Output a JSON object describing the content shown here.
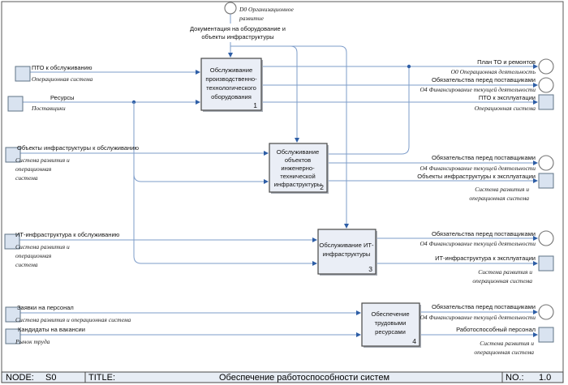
{
  "control": {
    "ref_lines": [
      "D0 Организационное",
      "развитие"
    ],
    "label_lines": [
      "Документация на оборудование и",
      "объекты инфраструктуры"
    ]
  },
  "boxes": [
    {
      "lines": [
        "Обслуживание",
        "производственно-",
        "технологического",
        "оборудования"
      ],
      "num": "1"
    },
    {
      "lines": [
        "Обслуживание",
        "объектов",
        "инженерно-",
        "технической",
        "инфраструктуры"
      ],
      "num": "2"
    },
    {
      "lines": [
        "Обслуживание ИТ-",
        "инфраструктуры"
      ],
      "num": "3"
    },
    {
      "lines": [
        "Обеспечение",
        "трудовыми",
        "ресурсами"
      ],
      "num": "4"
    }
  ],
  "inputs": [
    {
      "label": "ПТО к обслуживанию",
      "source_lines": [
        "Операционная система"
      ]
    },
    {
      "label": "Ресурсы",
      "source_lines": [
        "Поставщики"
      ]
    },
    {
      "label": "Объекты инфраструктуры к обслуживанию",
      "source_lines": [
        "Система развития и",
        "операционная",
        "система"
      ]
    },
    {
      "label": "ИТ-инфраструктура к обслуживанию",
      "source_lines": [
        "Система развития и",
        "операционная",
        "система"
      ]
    },
    {
      "label": "Заявки на персонал",
      "source_lines": [
        "Система развития и операционная система"
      ]
    },
    {
      "label": "Кандидаты на вакансии",
      "source_lines": [
        "Рынок труда"
      ]
    }
  ],
  "outputs": [
    {
      "label": "План ТО и ремонтов",
      "ref_lines": [
        "О0 Операционная деятельность"
      ],
      "icon": "circle"
    },
    {
      "label": "Обязательства перед поставщиками",
      "ref_lines": [
        "О4 Финансирование текущей деятельности"
      ],
      "icon": "circle"
    },
    {
      "label": "ПТО к эксплуатации",
      "ref_lines": [
        "Операционная система"
      ],
      "icon": "square"
    },
    {
      "label": "Обязательства перед поставщиками",
      "ref_lines": [
        "О4 Финансирование текущей деятельности"
      ],
      "icon": "circle"
    },
    {
      "label": "Объекты инфраструктуры к эксплуатации",
      "ref_lines": [
        "Система развития и",
        "операционная система"
      ],
      "icon": "square"
    },
    {
      "label": "Обязательства перед поставщиками",
      "ref_lines": [
        "О4 Финансирование текущей деятельности"
      ],
      "icon": "circle"
    },
    {
      "label": "ИТ-инфраструктура к эксплуатации",
      "ref_lines": [
        "Система развития и",
        "операционная система"
      ],
      "icon": "square"
    },
    {
      "label": "Обязательства перед поставщиками",
      "ref_lines": [
        "О4 Финансирование текущей деятельности"
      ],
      "icon": "circle"
    },
    {
      "label": "Работоспособный персонал",
      "ref_lines": [
        "Система развития и",
        "операционная система"
      ],
      "icon": "square"
    }
  ],
  "footer": {
    "node_label": "NODE:",
    "node_value": "S0",
    "title_label": "TITLE:",
    "title_value": "Обеспечение работоспособности систем",
    "no_label": "NO.:",
    "no_value": "1.0"
  },
  "colors": {
    "flow_line": "#7e9dca",
    "arrowhead": "#2e5ea6",
    "box_fill": "#eaeef6",
    "box_border": "#474747",
    "entity_fill": "#d9e3f0",
    "entity_border": "#5f7386",
    "footer_fill": "#e7edf5"
  }
}
